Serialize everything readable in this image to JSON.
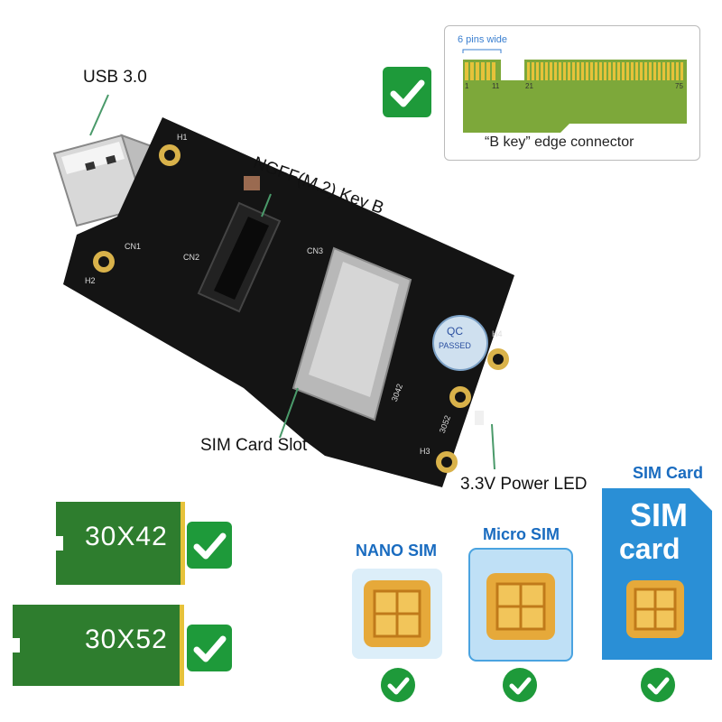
{
  "labels": {
    "usb": "USB 3.0",
    "ngff": "NGFF(M.2) Key B",
    "sim_slot": "SIM Card Slot",
    "power_led": "3.3V Power LED"
  },
  "board": {
    "qc_line1": "QC",
    "qc_line2": "PASSED",
    "cn1": "CN1",
    "cn2": "CN2",
    "cn3": "CN3",
    "h1": "H1",
    "h2": "H2",
    "h3": "H3",
    "h4": "H4",
    "mark_3042": "3042",
    "mark_3052": "3052"
  },
  "connector": {
    "pins_wide": "6 pins wide",
    "pin_1": "1",
    "pin_11": "11",
    "pin_21": "21",
    "pin_75": "75",
    "caption": "“B key” edge connector"
  },
  "sizes": [
    {
      "label": "30X42"
    },
    {
      "label": "30X52"
    }
  ],
  "sims": [
    {
      "label": "NANO SIM"
    },
    {
      "label": "Micro SIM"
    },
    {
      "label": "SIM Card"
    }
  ],
  "sim_card_big": {
    "line1": "SIM",
    "line2": "card"
  },
  "colors": {
    "pcb": "#111111",
    "check_green": "#1e9a3a",
    "m2_green": "#2e7d2e",
    "connector_green": "#7da83a",
    "gold": "#e6c23a",
    "sim_blue": "#2a8fd6"
  }
}
